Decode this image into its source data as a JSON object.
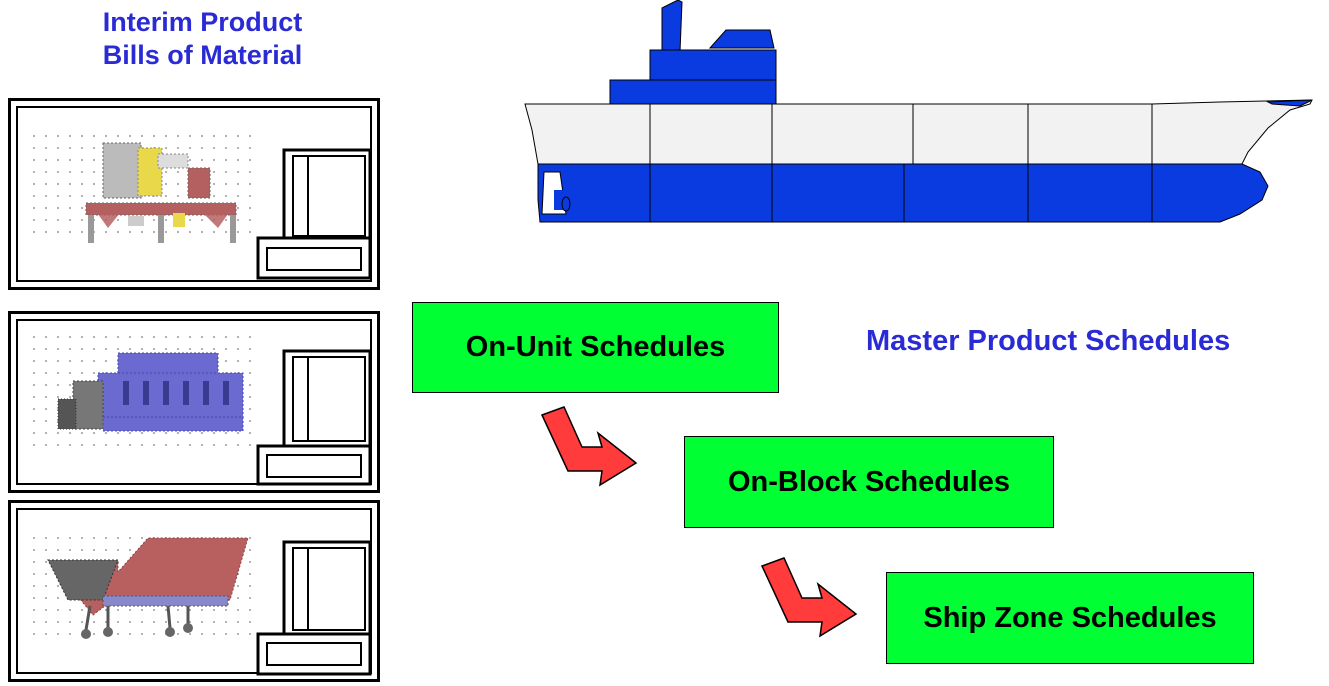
{
  "bom_title": {
    "line1": "Interim Product",
    "line2": "Bills of Material"
  },
  "master_title": "Master Product Schedules",
  "schedules": {
    "unit": "On-Unit Schedules",
    "block": "On-Block Schedules",
    "zone": "Ship Zone Schedules"
  },
  "colors": {
    "title_blue": "#2b2bd6",
    "schedule_green": "#00ff33",
    "ship_blue": "#0a3be0",
    "ship_white": "#f2f2f2",
    "arrow_red": "#ff3b3b"
  },
  "icons": {
    "drawing_1": "deck-machinery-drawing-icon",
    "drawing_2": "engine-drawing-icon",
    "drawing_3": "hull-unit-drawing-icon",
    "ship": "ship-profile-icon",
    "arrow": "red-bent-arrow-icon"
  }
}
